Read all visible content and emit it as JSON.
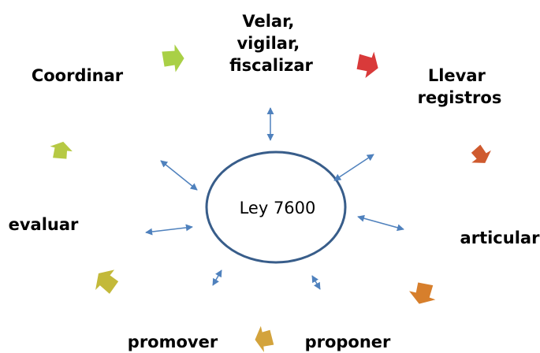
{
  "center": {
    "label": "Ley 7600"
  },
  "functions": [
    {
      "id": "velar",
      "lines": [
        "Velar,",
        "vigilar,",
        "fiscalizar"
      ],
      "color": "#a9d046"
    },
    {
      "id": "llevar",
      "lines": [
        "Llevar",
        "registros"
      ],
      "color": "#d93a3a"
    },
    {
      "id": "articular",
      "lines": [
        "articular"
      ],
      "color": "#cf5a2e"
    },
    {
      "id": "proponer",
      "lines": [
        "proponer"
      ],
      "color": "#d77f2c"
    },
    {
      "id": "promover",
      "lines": [
        "promover"
      ],
      "color": "#d3a33c"
    },
    {
      "id": "evaluar",
      "lines": [
        "evaluar"
      ],
      "color": "#c3b93a"
    },
    {
      "id": "coordinar",
      "lines": [
        "Coordinar"
      ],
      "color": "#b6c944"
    }
  ],
  "colors": {
    "connector": "#4f81bd",
    "circle_stroke": "#385d8a"
  }
}
